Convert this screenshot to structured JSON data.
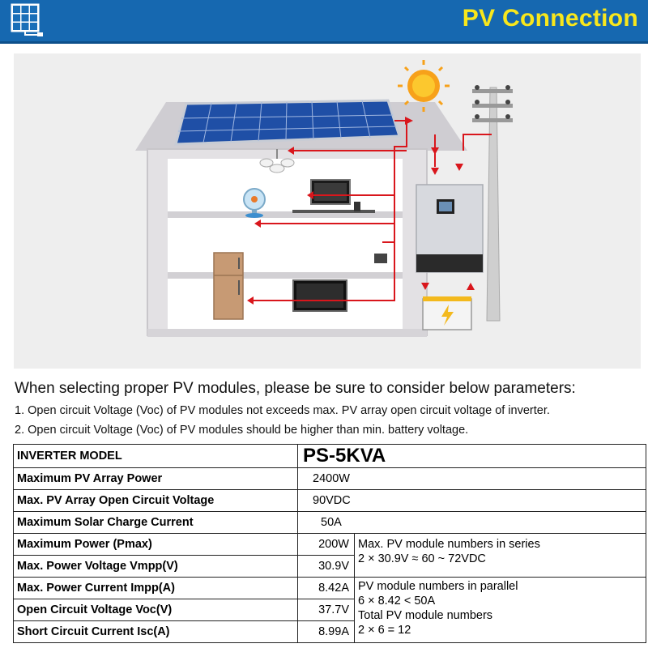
{
  "header": {
    "title": "PV Connection",
    "logo_icon": "solar-panel-icon",
    "colors": {
      "band": "#1668b0",
      "title": "#f8e71c"
    }
  },
  "scene": {
    "icons": [
      "sun-icon",
      "solar-panel-icon",
      "house-icon",
      "ceiling-lamp-icon",
      "fan-icon",
      "tv-icon",
      "refrigerator-icon",
      "monitor-icon",
      "inverter-icon",
      "battery-icon",
      "utility-pole-icon",
      "junction-box-icon",
      "flow-arrow-icon"
    ],
    "colors": {
      "arrow": "#d9161c",
      "wall": "#dedcdf",
      "roof": "#c9c6cb"
    }
  },
  "text": {
    "intro": "When selecting proper PV modules, please be sure to consider below parameters:",
    "note1": "1. Open circuit Voltage (Voc) of PV modules not exceeds max. PV array open circuit voltage of inverter.",
    "note2": "2. Open circuit Voltage (Voc) of PV modules should be higher than min. battery voltage."
  },
  "table": {
    "model_label": "INVERTER MODEL",
    "model_value": "PS-5KVA",
    "rows": [
      {
        "label": "Maximum PV Array Power",
        "value": "2400W"
      },
      {
        "label": "Max. PV Array Open Circuit Voltage",
        "value": "90VDC"
      },
      {
        "label": "Maximum Solar Charge Current",
        "value": "50A"
      },
      {
        "label": "Maximum Power (Pmax)",
        "value": "200W"
      },
      {
        "label": "Max. Power Voltage Vmpp(V)",
        "value": "30.9V"
      },
      {
        "label": "Max. Power Current Impp(A)",
        "value": "8.42A"
      },
      {
        "label": "Open Circuit Voltage Voc(V)",
        "value": "37.7V"
      },
      {
        "label": "Short Circuit Current Isc(A)",
        "value": "8.99A"
      }
    ],
    "series_note": [
      "Max. PV module numbers in series",
      "2 × 30.9V ≈ 60 ~ 72VDC"
    ],
    "parallel_note": [
      "PV module numbers in parallel",
      "6 × 8.42 < 50A",
      "Total PV module numbers",
      "2 × 6 = 12"
    ]
  }
}
